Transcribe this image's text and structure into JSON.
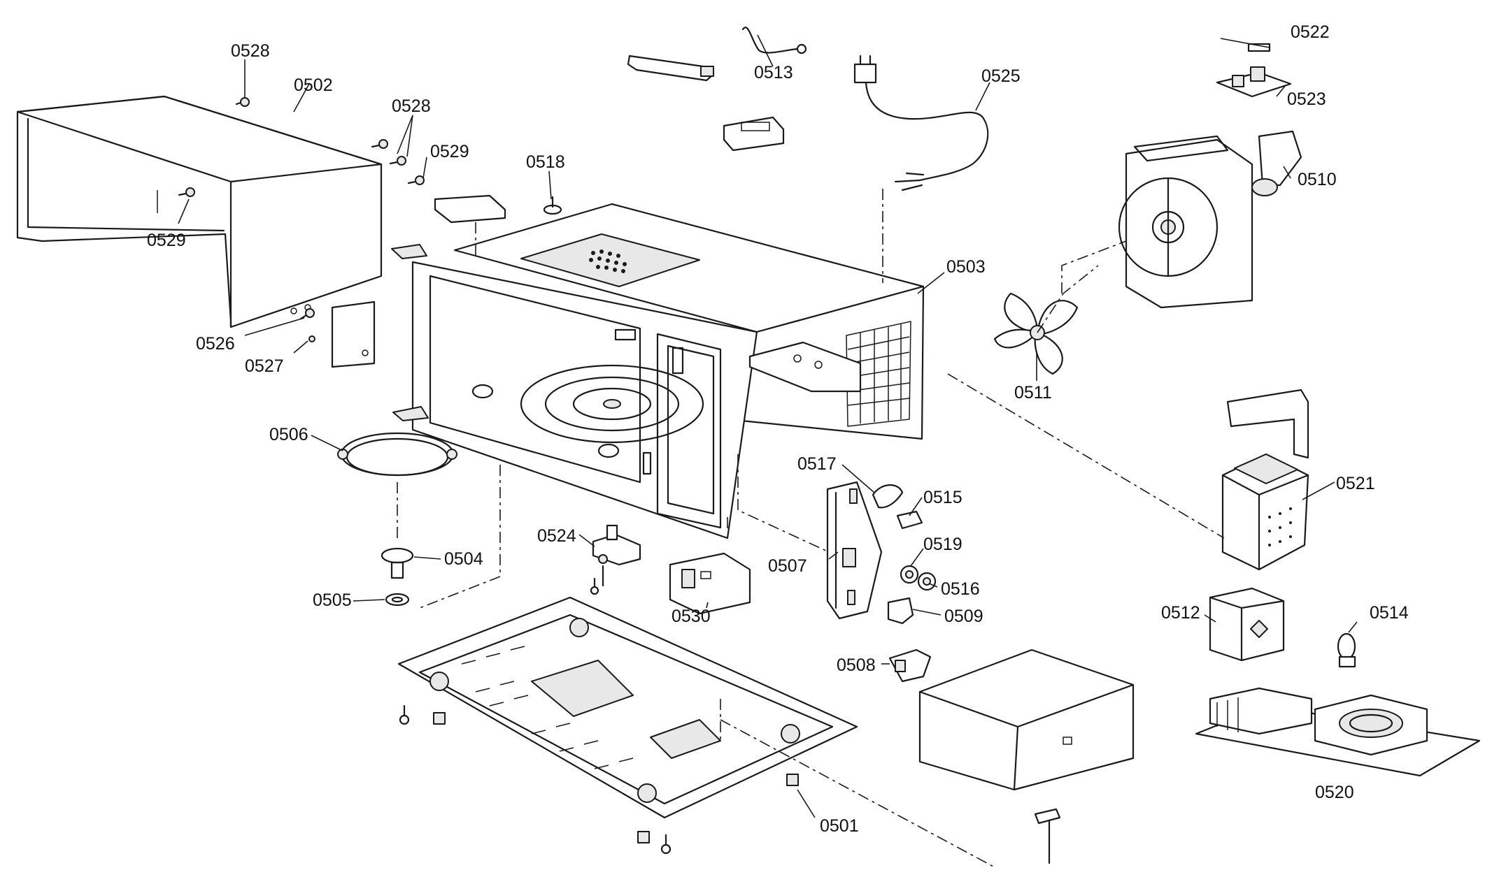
{
  "diagram": {
    "part_labels": {
      "p0501": "0501",
      "p0502": "0502",
      "p0503": "0503",
      "p0504": "0504",
      "p0505": "0505",
      "p0506": "0506",
      "p0507": "0507",
      "p0508": "0508",
      "p0509": "0509",
      "p0510": "0510",
      "p0511": "0511",
      "p0512": "0512",
      "p0513": "0513",
      "p0514": "0514",
      "p0515": "0515",
      "p0516": "0516",
      "p0517": "0517",
      "p0518": "0518",
      "p0519": "0519",
      "p0520": "0520",
      "p0521": "0521",
      "p0522": "0522",
      "p0523": "0523",
      "p0524": "0524",
      "p0525": "0525",
      "p0526": "0526",
      "p0527": "0527",
      "p0528a": "0528",
      "p0528b": "0528",
      "p0529a": "0529",
      "p0529b": "0529",
      "p0530": "0530"
    }
  }
}
